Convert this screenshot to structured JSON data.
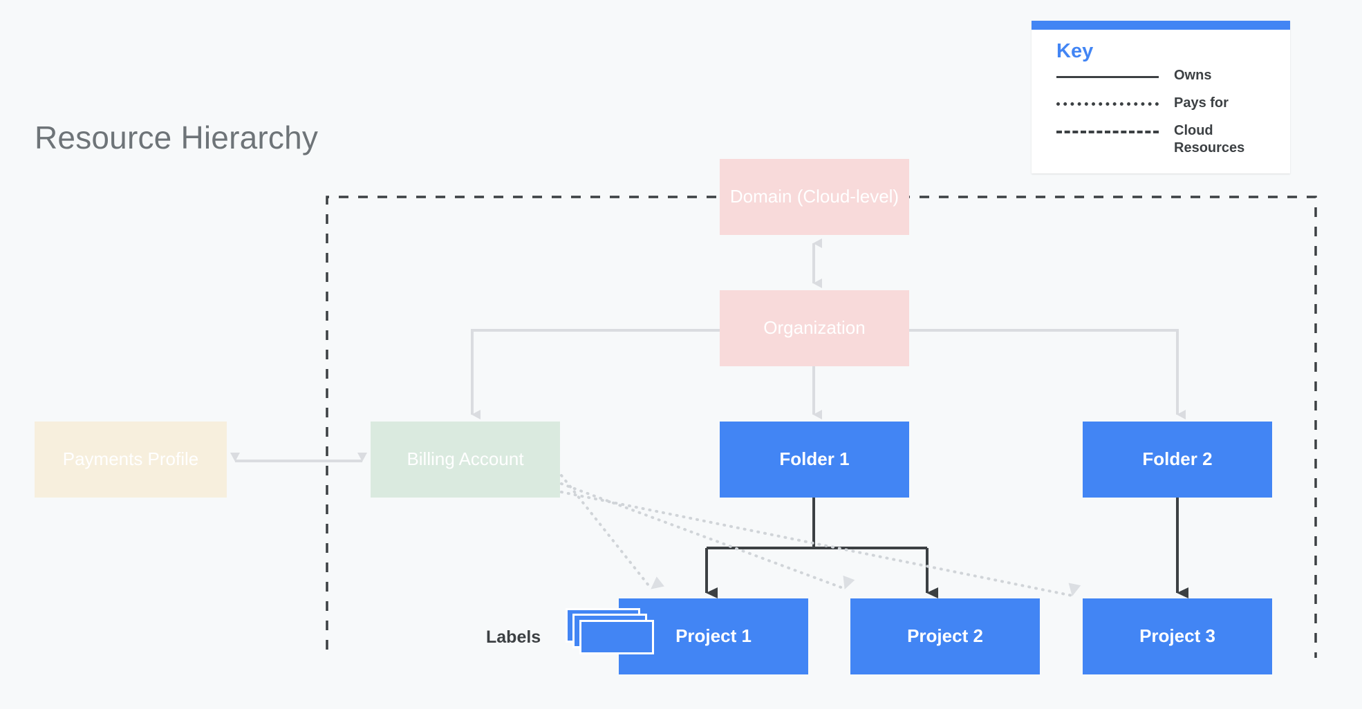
{
  "page": {
    "title": "Resource Hierarchy",
    "background_color": "#f7f9fa",
    "title_color": "#6e7478"
  },
  "legend": {
    "heading": "Key",
    "accent_color": "#4285f4",
    "items": [
      {
        "style": "solid",
        "label": "Owns"
      },
      {
        "style": "dotted",
        "label": "Pays for"
      },
      {
        "style": "dashed",
        "label": "Cloud Resources"
      }
    ]
  },
  "diagram": {
    "boundary": {
      "name": "Cloud Resources boundary",
      "style": "dashed",
      "color": "#3c4043"
    },
    "nodes": [
      {
        "id": "domain",
        "label": "Domain (Cloud-level)",
        "color": "#f8dada",
        "text_color": "#ffffff",
        "weight": "normal"
      },
      {
        "id": "organization",
        "label": "Organization",
        "color": "#f8dada",
        "text_color": "#ffffff",
        "weight": "normal"
      },
      {
        "id": "payments",
        "label": "Payments Profile",
        "color": "#f7efdd",
        "text_color": "#ffffff",
        "weight": "normal"
      },
      {
        "id": "billing",
        "label": "Billing Account",
        "color": "#daeadf",
        "text_color": "#ffffff",
        "weight": "normal"
      },
      {
        "id": "folder1",
        "label": "Folder 1",
        "color": "#4285f4",
        "text_color": "#ffffff",
        "weight": "bold"
      },
      {
        "id": "folder2",
        "label": "Folder 2",
        "color": "#4285f4",
        "text_color": "#ffffff",
        "weight": "bold"
      },
      {
        "id": "project1",
        "label": "Project 1",
        "color": "#4285f4",
        "text_color": "#ffffff",
        "weight": "bold"
      },
      {
        "id": "project2",
        "label": "Project 2",
        "color": "#4285f4",
        "text_color": "#ffffff",
        "weight": "bold"
      },
      {
        "id": "project3",
        "label": "Project 3",
        "color": "#4285f4",
        "text_color": "#ffffff",
        "weight": "bold"
      }
    ],
    "labels_annotation": {
      "text": "Labels",
      "icon": "stacked-cards-icon"
    },
    "edges": [
      {
        "from": "domain",
        "to": "organization",
        "style": "solid",
        "color": "#dadce0",
        "arrow": "both"
      },
      {
        "from": "organization",
        "to": "billing",
        "style": "solid",
        "color": "#dadce0",
        "arrow": "end"
      },
      {
        "from": "organization",
        "to": "folder1",
        "style": "solid",
        "color": "#dadce0",
        "arrow": "end"
      },
      {
        "from": "organization",
        "to": "folder2",
        "style": "solid",
        "color": "#dadce0",
        "arrow": "end"
      },
      {
        "from": "payments",
        "to": "billing",
        "style": "solid",
        "color": "#dadce0",
        "arrow": "both"
      },
      {
        "from": "folder1",
        "to": "project1",
        "style": "solid",
        "color": "#3c4043",
        "arrow": "end"
      },
      {
        "from": "folder1",
        "to": "project2",
        "style": "solid",
        "color": "#3c4043",
        "arrow": "end"
      },
      {
        "from": "folder2",
        "to": "project3",
        "style": "solid",
        "color": "#3c4043",
        "arrow": "end"
      },
      {
        "from": "billing",
        "to": "project1",
        "style": "dotted",
        "color": "#c9ccd0",
        "arrow": "end"
      },
      {
        "from": "billing",
        "to": "project2",
        "style": "dotted",
        "color": "#c9ccd0",
        "arrow": "end"
      },
      {
        "from": "billing",
        "to": "project3",
        "style": "dotted",
        "color": "#c9ccd0",
        "arrow": "end"
      }
    ]
  }
}
